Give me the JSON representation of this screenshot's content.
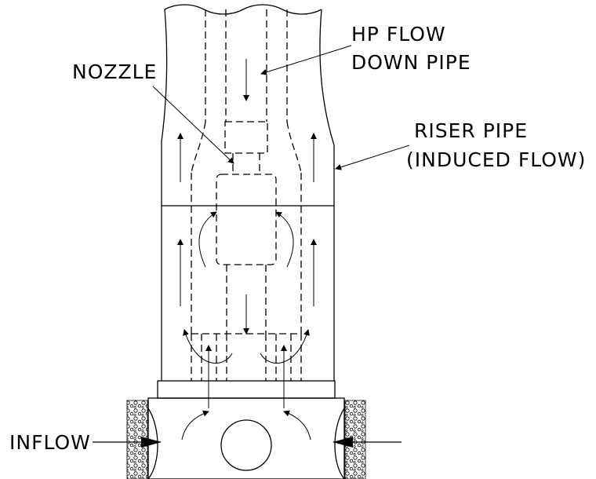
{
  "diagram": {
    "labels": {
      "hp_flow_line1": "HP FLOW",
      "hp_flow_line2": "DOWN PIPE",
      "nozzle": "NOZZLE",
      "riser_line1": "RISER PIPE",
      "riser_line2": "(INDUCED FLOW)",
      "inflow": "INFLOW"
    }
  }
}
